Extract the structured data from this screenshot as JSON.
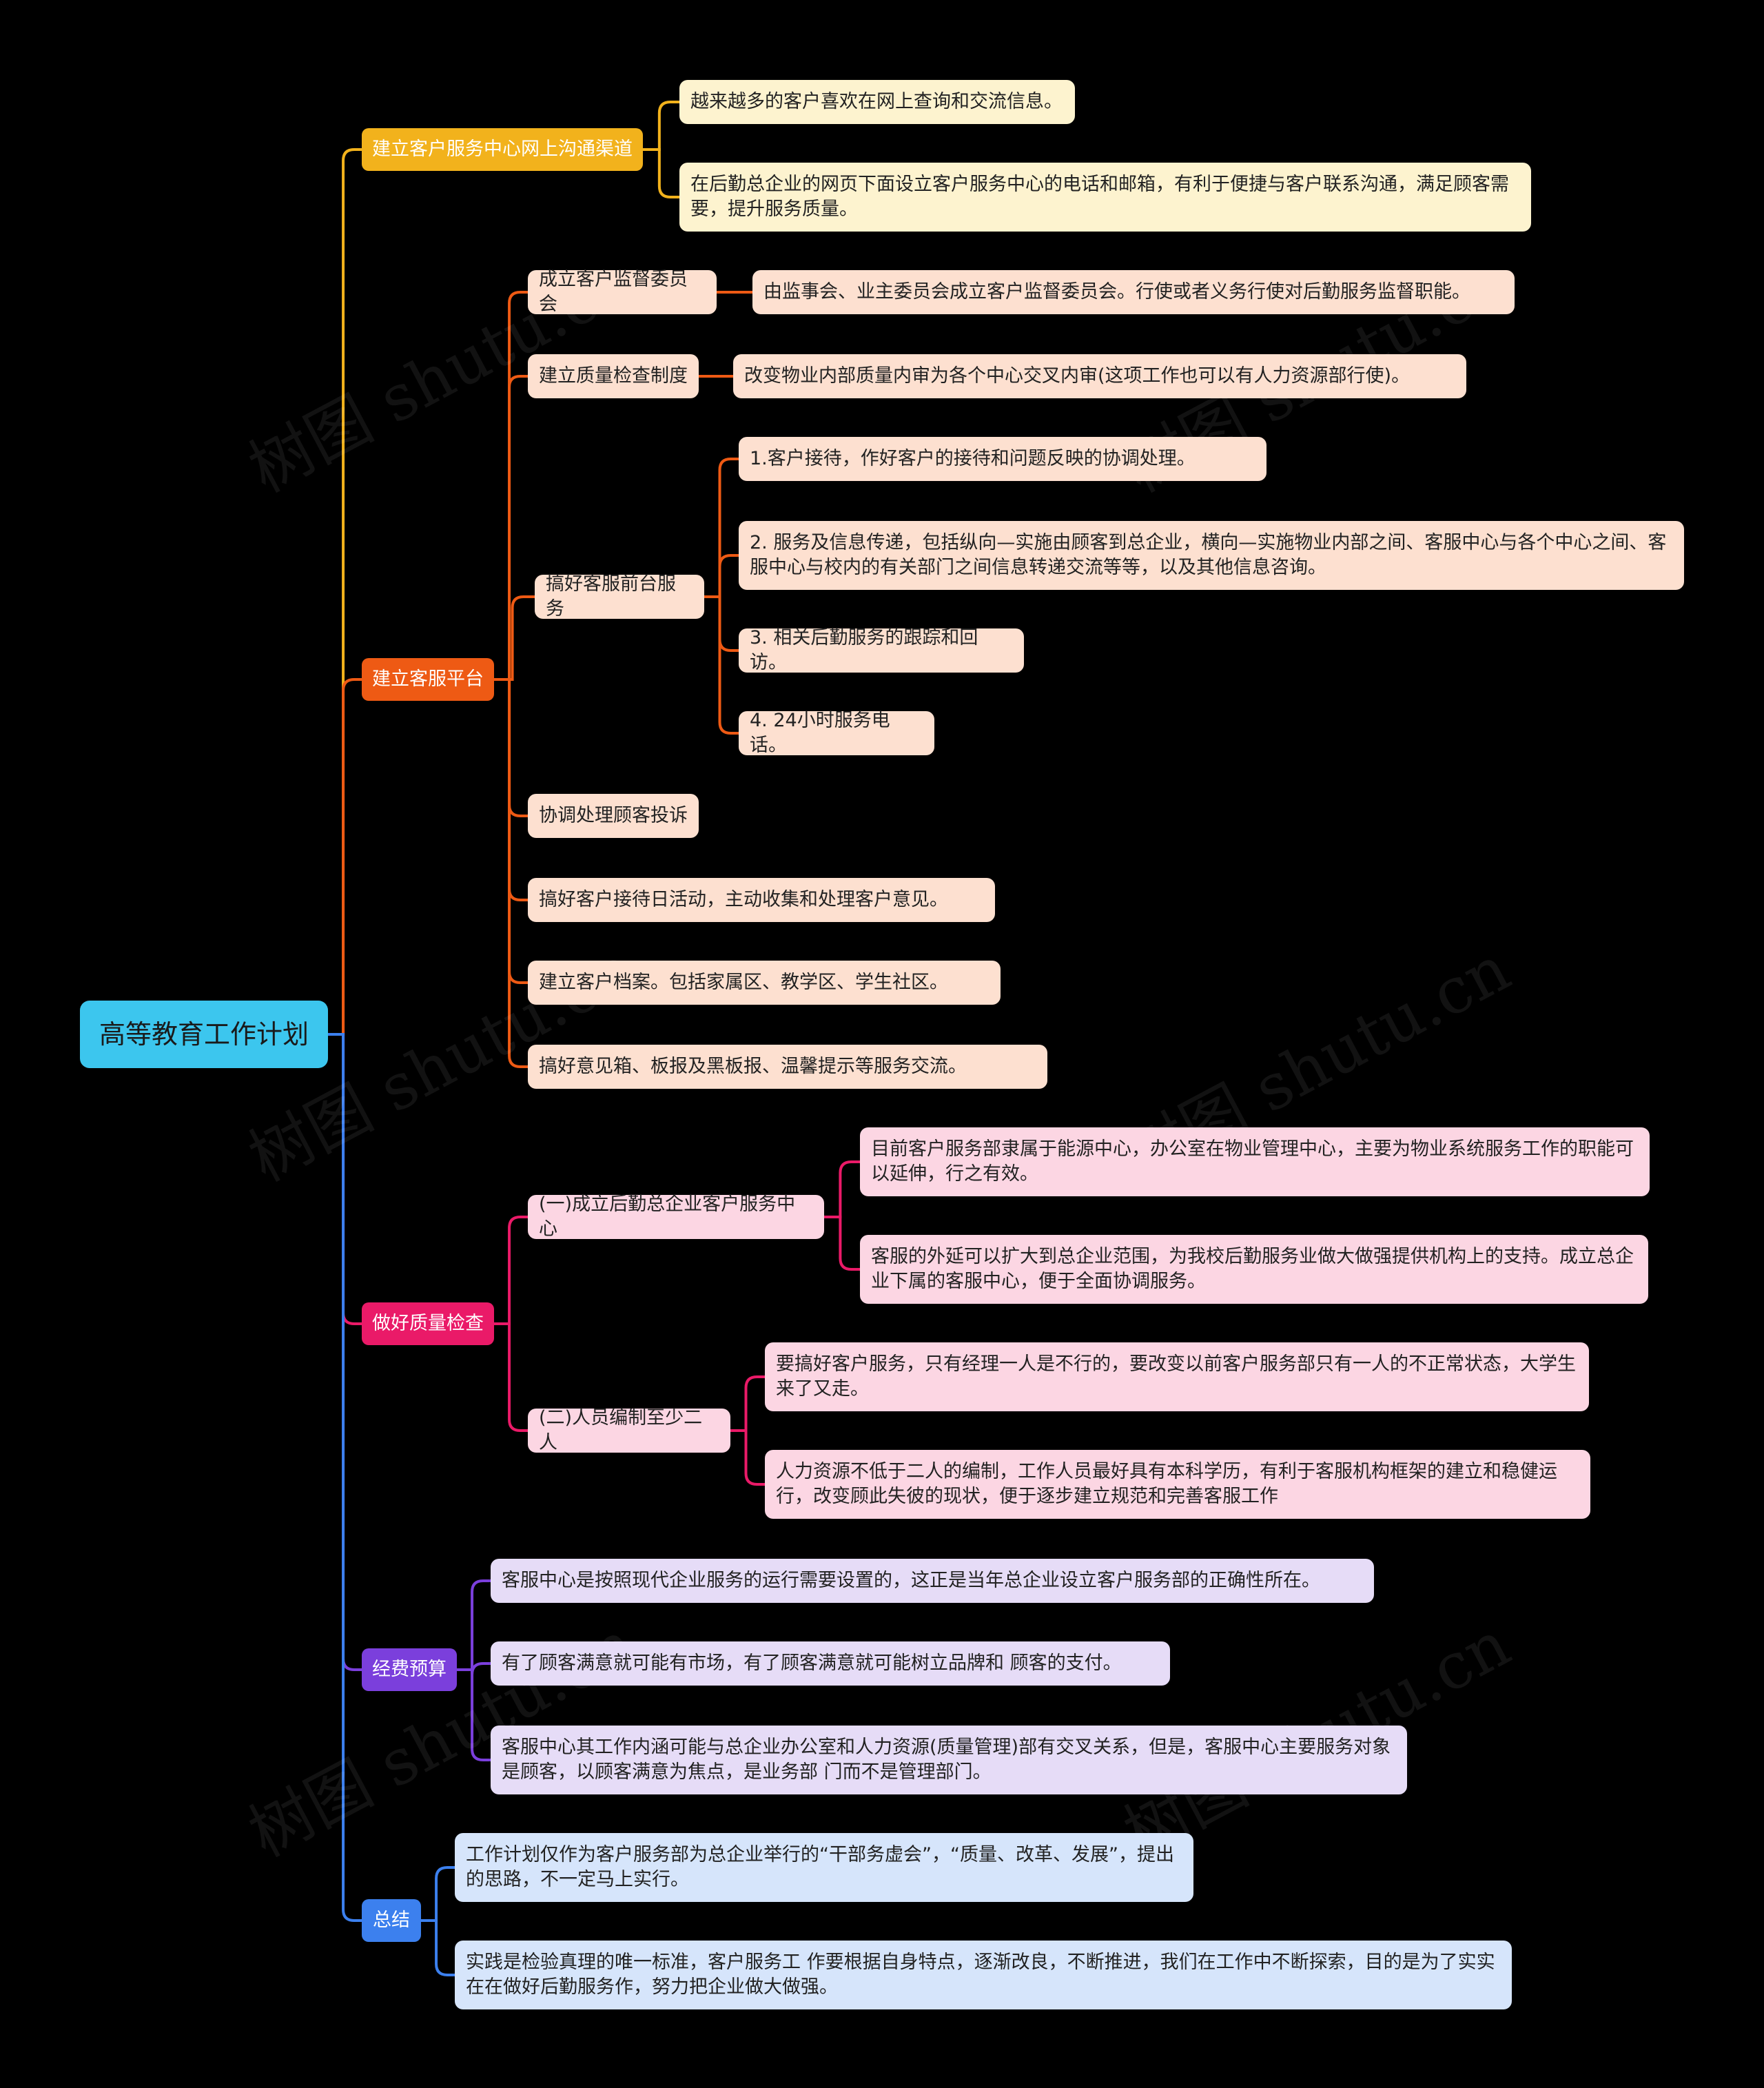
{
  "watermark": "树图 shutu.cn",
  "colors": {
    "root": "#3cc6ee",
    "b1": "#f2b21c",
    "b1_leaf": "#fdf3cf",
    "b2": "#ee5a14",
    "b2_leaf": "#fde0d0",
    "b3": "#ea1a68",
    "b3_leaf": "#fcd6e3",
    "b4": "#7b3fdc",
    "b4_leaf": "#e6dcf7",
    "b5": "#3c80ee",
    "b5_leaf": "#d6e5fb"
  },
  "root": {
    "text": "高等教育工作计划"
  },
  "branches": [
    {
      "text": "建立客户服务中心网上沟通渠道",
      "children": [
        {
          "text": "越来越多的客户喜欢在网上查询和交流信息。"
        },
        {
          "text": "在后勤总企业的网页下面设立客户服务中心的电话和邮箱，有利于便捷与客户联系沟通，满足顾客需要，提升服务质量。"
        }
      ]
    },
    {
      "text": "建立客服平台",
      "children": [
        {
          "text": "成立客户监督委员会",
          "children": [
            {
              "text": "由监事会、业主委员会成立客户监督委员会。行使或者义务行使对后勤服务监督职能。"
            }
          ]
        },
        {
          "text": "建立质量检查制度",
          "children": [
            {
              "text": "改变物业内部质量内审为各个中心交叉内审(这项工作也可以有人力资源部行使)。"
            }
          ]
        },
        {
          "text": "搞好客服前台服务",
          "children": [
            {
              "text": "1.客户接待，作好客户的接待和问题反映的协调处理。"
            },
            {
              "text": "2. 服务及信息传递，包括纵向—实施由顾客到总企业，横向—实施物业内部之间、客服中心与各个中心之间、客服中心与校内的有关部门之间信息转递交流等等，以及其他信息咨询。"
            },
            {
              "text": "3. 相关后勤服务的跟踪和回访。"
            },
            {
              "text": "4. 24小时服务电话。"
            }
          ]
        },
        {
          "text": "协调处理顾客投诉"
        },
        {
          "text": "搞好客户接待日活动，主动收集和处理客户意见。"
        },
        {
          "text": "建立客户档案。包括家属区、教学区、学生社区。"
        },
        {
          "text": "搞好意见箱、板报及黑板报、温馨提示等服务交流。"
        }
      ]
    },
    {
      "text": "做好质量检查",
      "children": [
        {
          "text": "(一)成立后勤总企业客户服务中心",
          "children": [
            {
              "text": "目前客户服务部隶属于能源中心，办公室在物业管理中心，主要为物业系统服务工作的职能可以延伸，行之有效。"
            },
            {
              "text": "客服的外延可以扩大到总企业范围，为我校后勤服务业做大做强提供机构上的支持。成立总企业下属的客服中心，便于全面协调服务。"
            }
          ]
        },
        {
          "text": "(二)人员编制至少二人",
          "children": [
            {
              "text": "要搞好客户服务，只有经理一人是不行的，要改变以前客户服务部只有一人的不正常状态，大学生来了又走。"
            },
            {
              "text": "人力资源不低于二人的编制，工作人员最好具有本科学历，有利于客服机构框架的建立和稳健运行，改变顾此失彼的现状，便于逐步建立规范和完善客服工作"
            }
          ]
        }
      ]
    },
    {
      "text": "经费预算",
      "children": [
        {
          "text": "客服中心是按照现代企业服务的运行需要设置的，这正是当年总企业设立客户服务部的正确性所在。"
        },
        {
          "text": "有了顾客满意就可能有市场，有了顾客满意就可能树立品牌和 顾客的支付。"
        },
        {
          "text": "客服中心其工作内涵可能与总企业办公室和人力资源(质量管理)部有交叉关系，但是，客服中心主要服务对象是顾客，以顾客满意为焦点，是业务部 门而不是管理部门。"
        }
      ]
    },
    {
      "text": "总结",
      "children": [
        {
          "text": "工作计划仅作为客户服务部为总企业举行的“干部务虚会”，“质量、改革、发展”，提出的思路，不一定马上实行。"
        },
        {
          "text": "实践是检验真理的唯一标准，客户服务工 作要根据自身特点，逐渐改良，不断推进，我们在工作中不断探索，目的是为了实实在在做好后勤服务作，努力把企业做大做强。"
        }
      ]
    }
  ]
}
